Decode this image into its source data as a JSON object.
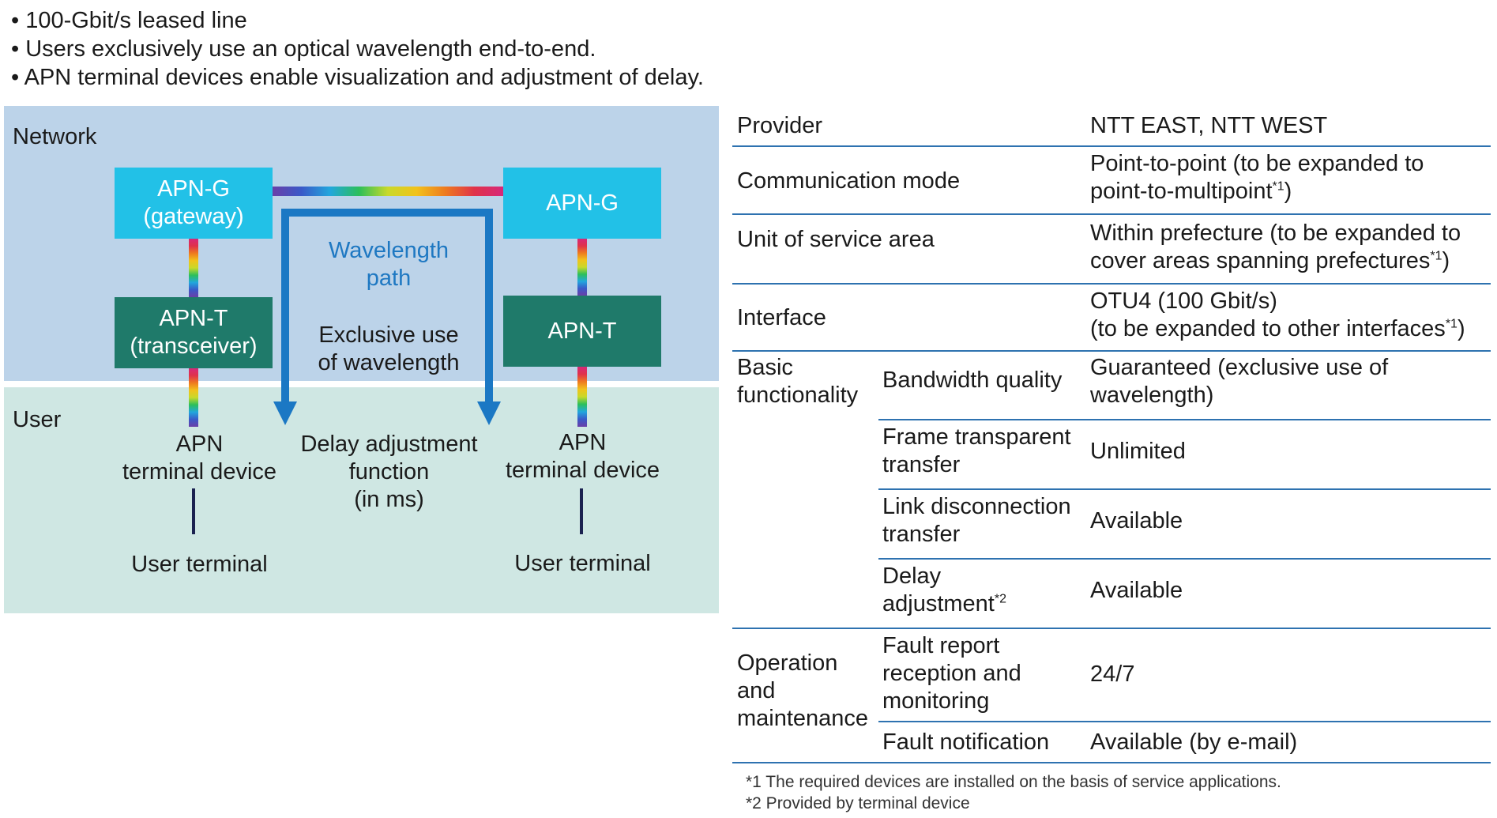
{
  "bullets": [
    "• 100-Gbit/s leased line",
    "• Users exclusively use an optical wavelength end-to-end.",
    "• APN terminal devices enable visualization and adjustment of delay."
  ],
  "diagram": {
    "network_label": "Network",
    "user_label": "User",
    "apn_g_left": [
      "APN-G",
      "(gateway)"
    ],
    "apn_g_right": "APN-G",
    "apn_t_left": [
      "APN-T",
      "(transceiver)"
    ],
    "apn_t_right": "APN-T",
    "wavelength_path": [
      "Wavelength",
      "path"
    ],
    "exclusive_use": [
      "Exclusive use",
      "of wavelength"
    ],
    "terminal_left": [
      "APN",
      "terminal device"
    ],
    "terminal_right": [
      "APN",
      "terminal device"
    ],
    "delay_function": [
      "Delay adjustment",
      "function",
      "(in ms)"
    ],
    "user_terminal_left": "User terminal",
    "user_terminal_right": "User terminal"
  },
  "table": {
    "provider": {
      "label": "Provider",
      "value": "NTT EAST, NTT WEST"
    },
    "communication_mode": {
      "label": "Communication mode",
      "value_line1": "Point-to-point (to be expanded to",
      "value_line2": "point-to-multipoint",
      "sup": "*1",
      "tail": ")"
    },
    "service_area": {
      "label": "Unit of service area",
      "value_line1": "Within prefecture (to be expanded to",
      "value_line2": "cover areas spanning prefectures",
      "sup": "*1",
      "tail": ")"
    },
    "interface": {
      "label": "Interface",
      "value_line1": "OTU4 (100 Gbit/s)",
      "value_line2": "(to be expanded to other interfaces",
      "sup": "*1",
      "tail": ")"
    },
    "basic_group": [
      "Basic",
      "functionality"
    ],
    "bandwidth": {
      "label": "Bandwidth quality",
      "value": [
        "Guaranteed (exclusive use of",
        "wavelength)"
      ]
    },
    "frame": {
      "label": [
        "Frame transparent",
        "transfer"
      ],
      "value": "Unlimited"
    },
    "link": {
      "label": [
        "Link disconnection",
        "transfer"
      ],
      "value": "Available"
    },
    "delay": {
      "label": [
        "Delay",
        "adjustment"
      ],
      "sup": "*2",
      "value": "Available"
    },
    "om_group": [
      "Operation",
      "and",
      "maintenance"
    ],
    "fault_report": {
      "label": [
        "Fault report",
        "reception and",
        "monitoring"
      ],
      "value": "24/7"
    },
    "fault_notification": {
      "label": "Fault notification",
      "value": "Available (by e-mail)"
    }
  },
  "footnotes": [
    "*1 The required devices are installed on the basis of service applications.",
    "*2 Provided by terminal device"
  ]
}
